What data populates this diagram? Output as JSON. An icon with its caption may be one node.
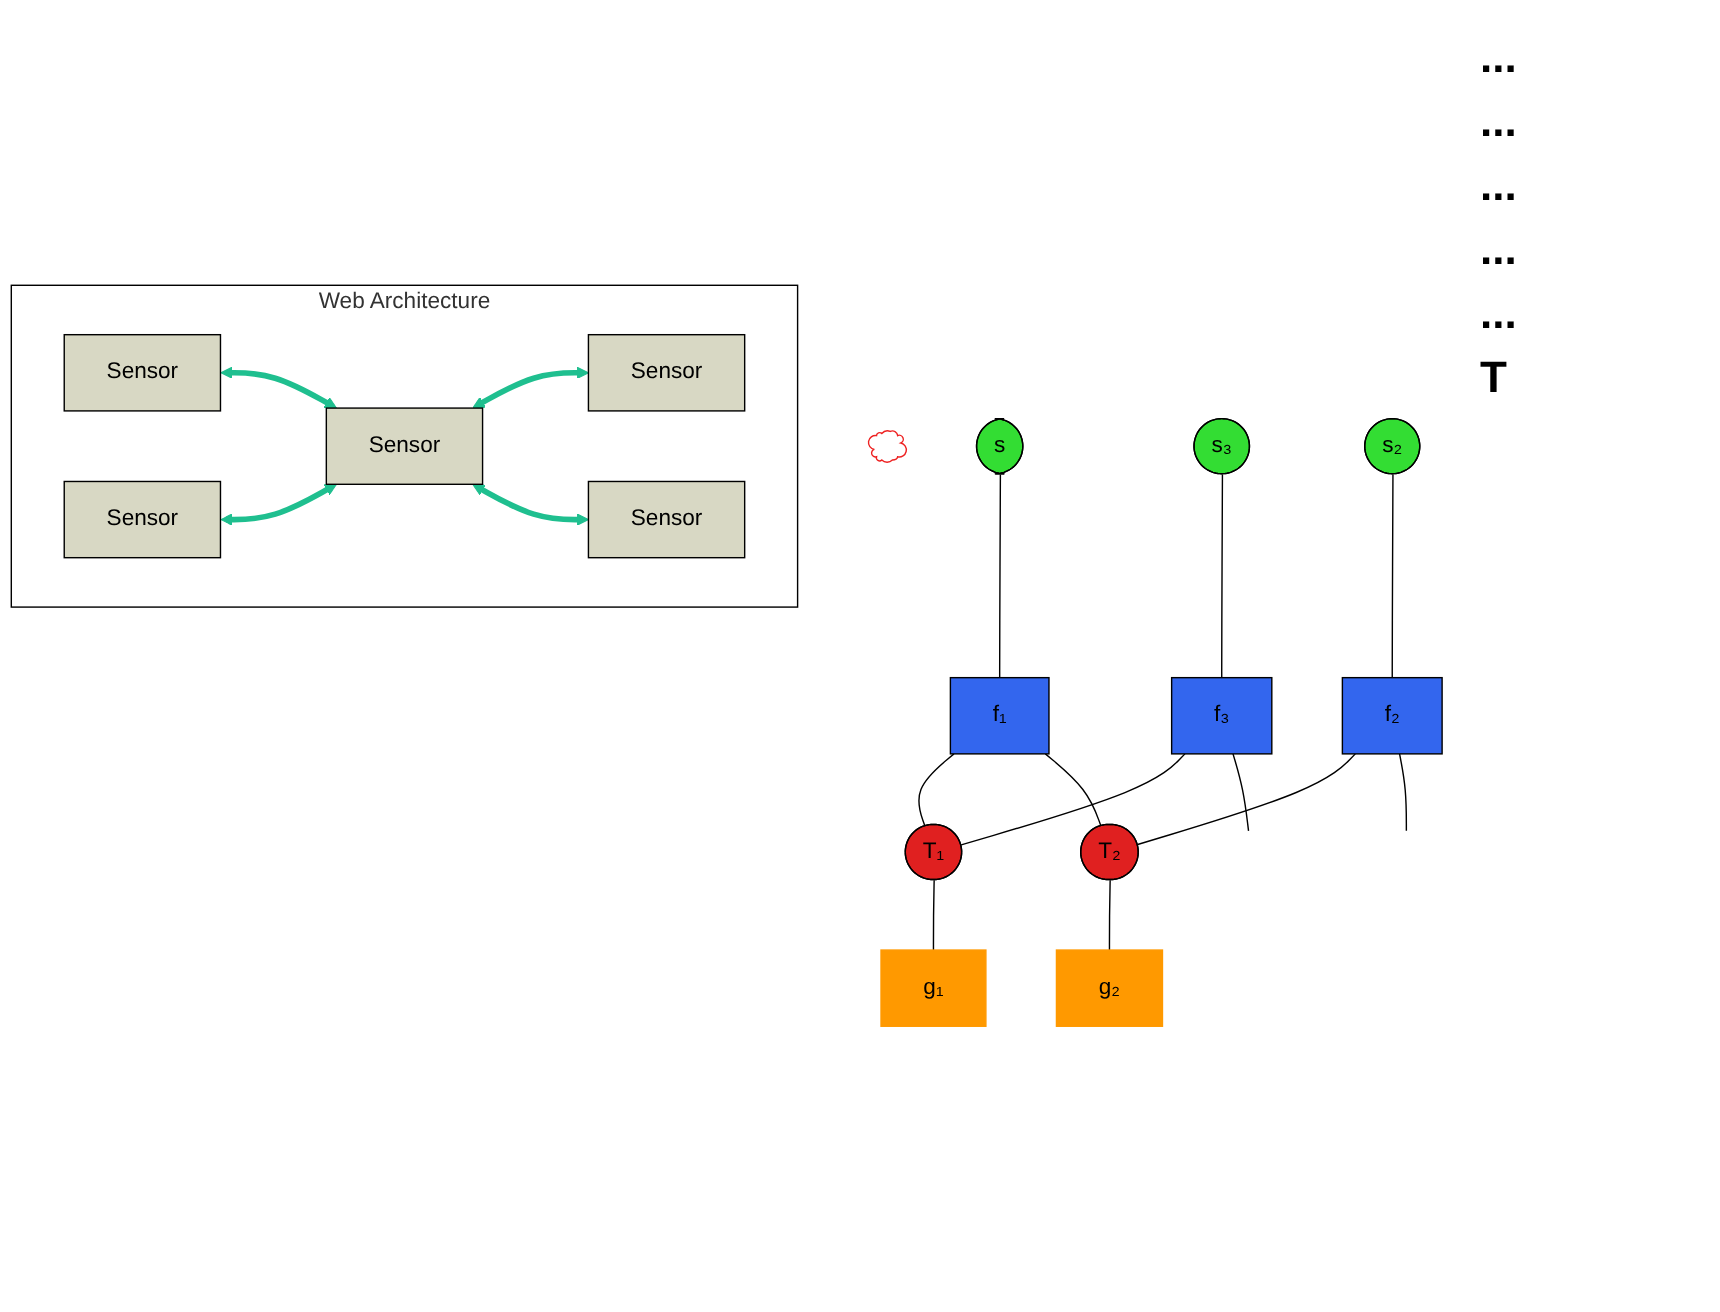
{
  "diagram": {
    "nodes": [
      {
        "text": [
          "Web Architecture"
        ]
      },
      {
        "text": [
          "Sensor"
        ],
        "in": 0
      },
      {
        "text": [
          "Sensor"
        ],
        "in": 0
      },
      {
        "text": [
          "Sensor"
        ],
        "in": 0
      },
      {
        "text": [
          "Sensor"
        ],
        "in": 0
      },
      {
        "text": [
          "Sensor"
        ],
        "in": 0
      },
      {
        "text": [],
        "shape": "cloud"
      },
      {
        "text": [
          "s"
        ]
      },
      {
        "text": [
          "s₂"
        ]
      },
      {
        "text": [
          "s₃"
        ]
      },
      {
        "text": [
          "f₁"
        ]
      },
      {
        "text": [
          "f₂"
        ]
      },
      {
        "text": [
          "f₃"
        ]
      },
      {
        "text": [
          "T₁"
        ]
      },
      {
        "text": [
          "T₂"
        ]
      },
      {
        "text": [
          "g₁"
        ]
      },
      {
        "text": [
          "g₂"
        ]
      }
    ],
    "edges": [
      {
        "from": 1,
        "to": 3,
        "arrow": "both",
        "style": "thick",
        "color": "#1fbf8f"
      },
      {
        "from": 2,
        "to": 3,
        "arrow": "both",
        "style": "thick",
        "color": "#1fbf8f"
      },
      {
        "from": 3,
        "to": 4,
        "arrow": "both",
        "style": "thick",
        "color": "#1fbf8f"
      },
      {
        "from": 3,
        "to": 5,
        "arrow": "both",
        "style": "thick",
        "color": "#1fbf8f"
      },
      {
        "from": 7,
        "to": 10,
        "arrow": "none"
      },
      {
        "from": 8,
        "to": 11,
        "arrow": "none"
      },
      {
        "from": 9,
        "to": 12,
        "arrow": "none"
      },
      {
        "from": 10,
        "to": 13,
        "arrow": "none"
      },
      {
        "from": 10,
        "to": 14,
        "arrow": "none"
      },
      {
        "from": 11,
        "to": 14,
        "arrow": "none"
      },
      {
        "from": 11,
        "to": null,
        "arrow": "none"
      },
      {
        "from": 12,
        "to": 13,
        "arrow": "none"
      },
      {
        "from": 12,
        "to": null,
        "arrow": "none"
      },
      {
        "from": 13,
        "to": 15,
        "arrow": "none"
      },
      {
        "from": 14,
        "to": 16,
        "arrow": "none"
      }
    ],
    "labels": [
      "...",
      "...",
      "...",
      "...",
      "...",
      "T"
    ]
  }
}
